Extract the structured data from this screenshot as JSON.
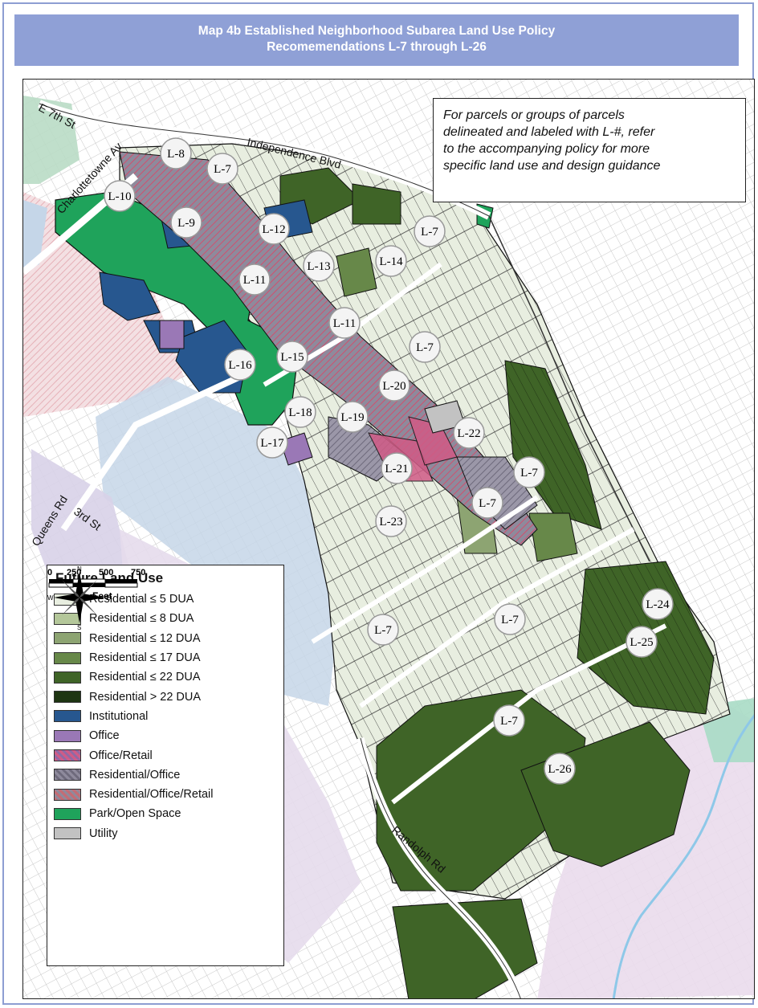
{
  "title": {
    "line1": "Map 4b  Established Neighborhood Subarea Land Use Policy",
    "line2": "Recomemendations L-7 through L-26"
  },
  "note": {
    "line1": "For parcels or groups of parcels",
    "line2": "delineated and labeled with L-#, refer",
    "line3": "to the accompanying policy for more",
    "line4": "specific land use and design guidance"
  },
  "streets": {
    "e7th": "E 7th St",
    "charlottetowne": "Charlottetowne Av",
    "independence": "Independence Blvd",
    "queens": "Queens Rd",
    "third": "3rd St",
    "randolph": "Randolph Rd"
  },
  "policy_labels": [
    "L-8",
    "L-7",
    "L-10",
    "L-9",
    "L-12",
    "L-7",
    "L-11",
    "L-13",
    "L-14",
    "L-11",
    "L-7",
    "L-16",
    "L-15",
    "L-20",
    "L-18",
    "L-19",
    "L-22",
    "L-17",
    "L-21",
    "L-7",
    "L-23",
    "L-7",
    "L-7",
    "L-24",
    "L-7",
    "L-25",
    "L-7",
    "L-26"
  ],
  "legend": {
    "title": "Future Land Use",
    "items": [
      {
        "label": "Residential ≤ 5 DUA",
        "color": "#e8eee0"
      },
      {
        "label": "Residential ≤ 8 DUA",
        "color": "#b4c79a"
      },
      {
        "label": "Residential ≤ 12 DUA",
        "color": "#8da472"
      },
      {
        "label": "Residential ≤ 17 DUA",
        "color": "#678849"
      },
      {
        "label": "Residential ≤ 22 DUA",
        "color": "#3f6427"
      },
      {
        "label": "Residential > 22 DUA",
        "color": "#1e3512"
      },
      {
        "label": "Institutional",
        "color": "#27578f"
      },
      {
        "label": "Office",
        "color": "#9a78b6"
      },
      {
        "label": "Office/Retail",
        "color": "#d05b86"
      },
      {
        "label": "Residential/Office",
        "color": "#8e8a9c"
      },
      {
        "label": "Residential/Office/Retail",
        "color": "#c46c74"
      },
      {
        "label": "Park/Open Space",
        "color": "#1fa35b"
      },
      {
        "label": "Utility",
        "color": "#c2c2c2"
      }
    ]
  },
  "scale": {
    "ticks": [
      "0",
      "250",
      "500",
      "750"
    ],
    "unit": "Feet"
  },
  "compass": {
    "n": "N",
    "s": "S",
    "e": "E",
    "w": "W"
  }
}
